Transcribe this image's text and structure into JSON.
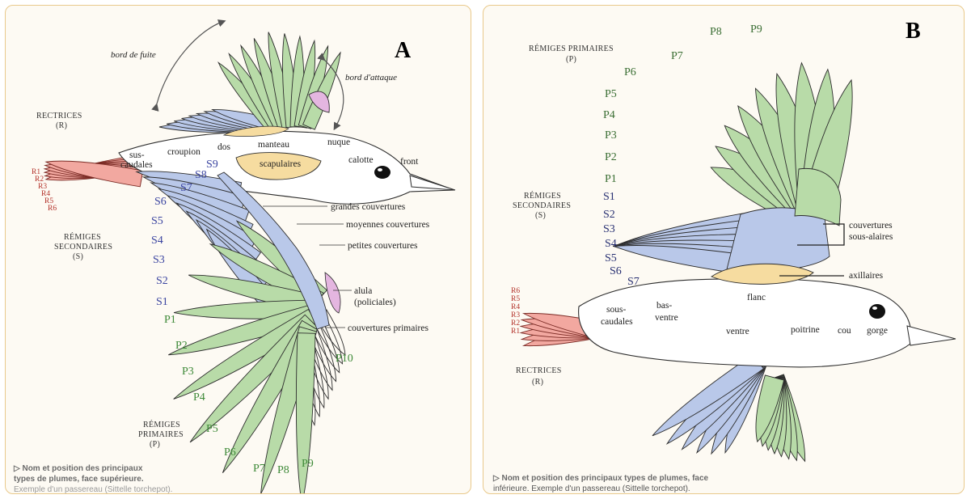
{
  "colors": {
    "primaries": "#b8dba8",
    "secondaries": "#b9c8e9",
    "rectrices": "#f2a8a0",
    "scapulaires": "#f6dca0",
    "alula": "#e4b6e0",
    "body": "#ffffff",
    "outline": "#2d2d2d"
  },
  "panel_a": {
    "letter": "A",
    "labels": {
      "bord_de_fuite": "bord de fuite",
      "bord_d_attaque": "bord d'attaque",
      "rectrices_title": "RECTRICES",
      "rectrices_abbr": "(R)",
      "sus": "sus-",
      "caudales": "caudales",
      "croupion": "croupion",
      "dos": "dos",
      "manteau": "manteau",
      "nuque": "nuque",
      "calotte": "calotte",
      "front": "front",
      "scapulaires": "scapulaires",
      "grandes_couvertures": "grandes couvertures",
      "moyennes_couvertures": "moyennes couvertures",
      "petites_couvertures": "petites couvertures",
      "alula": "alula",
      "policiales": "(policiales)",
      "couvertures_primaires": "couvertures primaires",
      "remiges_secondaires_1": "RÉMIGES",
      "remiges_secondaires_2": "SECONDAIRES",
      "remiges_secondaires_abbr": "(S)",
      "remiges_primaires_1": "RÉMIGES",
      "remiges_primaires_2": "PRIMAIRES",
      "remiges_primaires_abbr": "(P)"
    },
    "rectrices": [
      "R1",
      "R2",
      "R3",
      "R4",
      "R5",
      "R6"
    ],
    "secondaries": [
      "S1",
      "S2",
      "S3",
      "S4",
      "S5",
      "S6",
      "S7",
      "S8",
      "S9"
    ],
    "primaries": [
      "P1",
      "P2",
      "P3",
      "P4",
      "P5",
      "P6",
      "P7",
      "P8",
      "P9",
      "P10"
    ],
    "caption": {
      "line1": "▷ Nom et position des principaux",
      "line2": "types de plumes, face supérieure.",
      "line3": "Exemple d'un passereau (Sittelle torchepot)."
    }
  },
  "panel_b": {
    "letter": "B",
    "labels": {
      "remiges_primaires_1": "RÉMIGES PRIMAIRES",
      "remiges_primaires_abbr": "(P)",
      "remiges_secondaires_1": "RÉMIGES",
      "remiges_secondaires_2": "SECONDAIRES",
      "remiges_secondaires_abbr": "(S)",
      "couvertures_1": "couvertures",
      "couvertures_2": "sous-alaires",
      "axillaires": "axillaires",
      "flanc": "flanc",
      "sous": "sous-",
      "caudales": "caudales",
      "bas": "bas-",
      "ventre_small": "ventre",
      "ventre": "ventre",
      "poitrine": "poitrine",
      "cou": "cou",
      "gorge": "gorge",
      "rectrices_title": "RECTRICES",
      "rectrices_abbr": "(R)"
    },
    "primaries": [
      "P1",
      "P2",
      "P3",
      "P4",
      "P5",
      "P6",
      "P7",
      "P8",
      "P9"
    ],
    "secondaries": [
      "S1",
      "S2",
      "S3",
      "S4",
      "S5",
      "S6",
      "S7"
    ],
    "rectrices": [
      "R6",
      "R5",
      "R4",
      "R3",
      "R2",
      "R1"
    ],
    "caption": {
      "line1": "▷ Nom et position des principaux types de plumes, face",
      "line2": "inférieure. Exemple d'un passereau (Sittelle torchepot)."
    }
  }
}
